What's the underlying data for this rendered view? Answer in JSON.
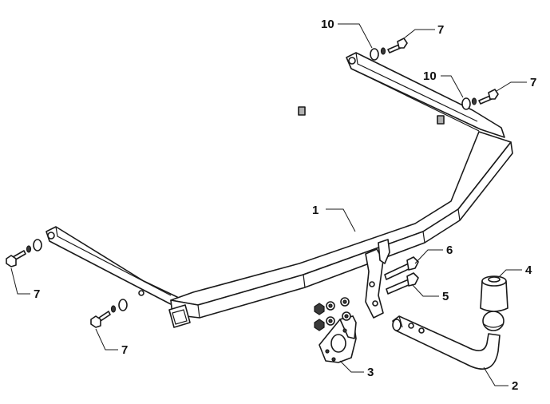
{
  "callouts": {
    "c1": "1",
    "c2": "2",
    "c3": "3",
    "c4": "4",
    "c5": "5",
    "c6": "6",
    "c7_top": "7",
    "c7_right": "7",
    "c7_left": "7",
    "c7_bottom": "7",
    "c10_top": "10",
    "c10_right": "10"
  },
  "colors": {
    "line": "#1a1a1a",
    "part_fill": "#ffffff",
    "shade": "#b0b0b0"
  }
}
